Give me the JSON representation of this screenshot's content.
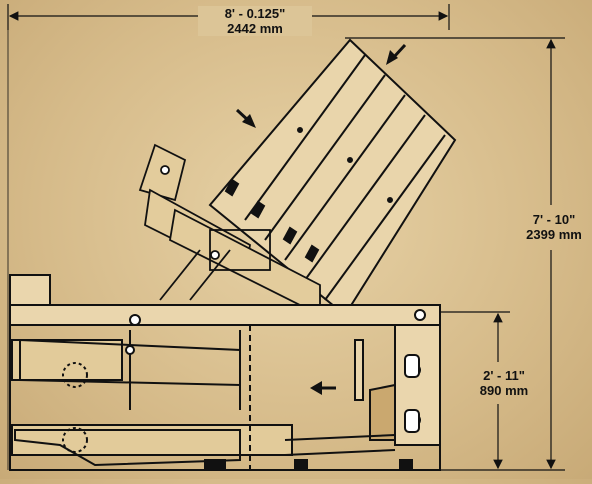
{
  "dimensions": {
    "overall_width": {
      "imperial": "8' - 0.125\"",
      "metric": "2442 mm"
    },
    "overall_height": {
      "imperial": "7' - 10\"",
      "metric": "2399 mm"
    },
    "base_height": {
      "imperial": "2' - 11\"",
      "metric": "890 mm"
    }
  },
  "colors": {
    "background": "#d9c092",
    "line": "#111111",
    "machine_fill": "#e9d5ab"
  }
}
